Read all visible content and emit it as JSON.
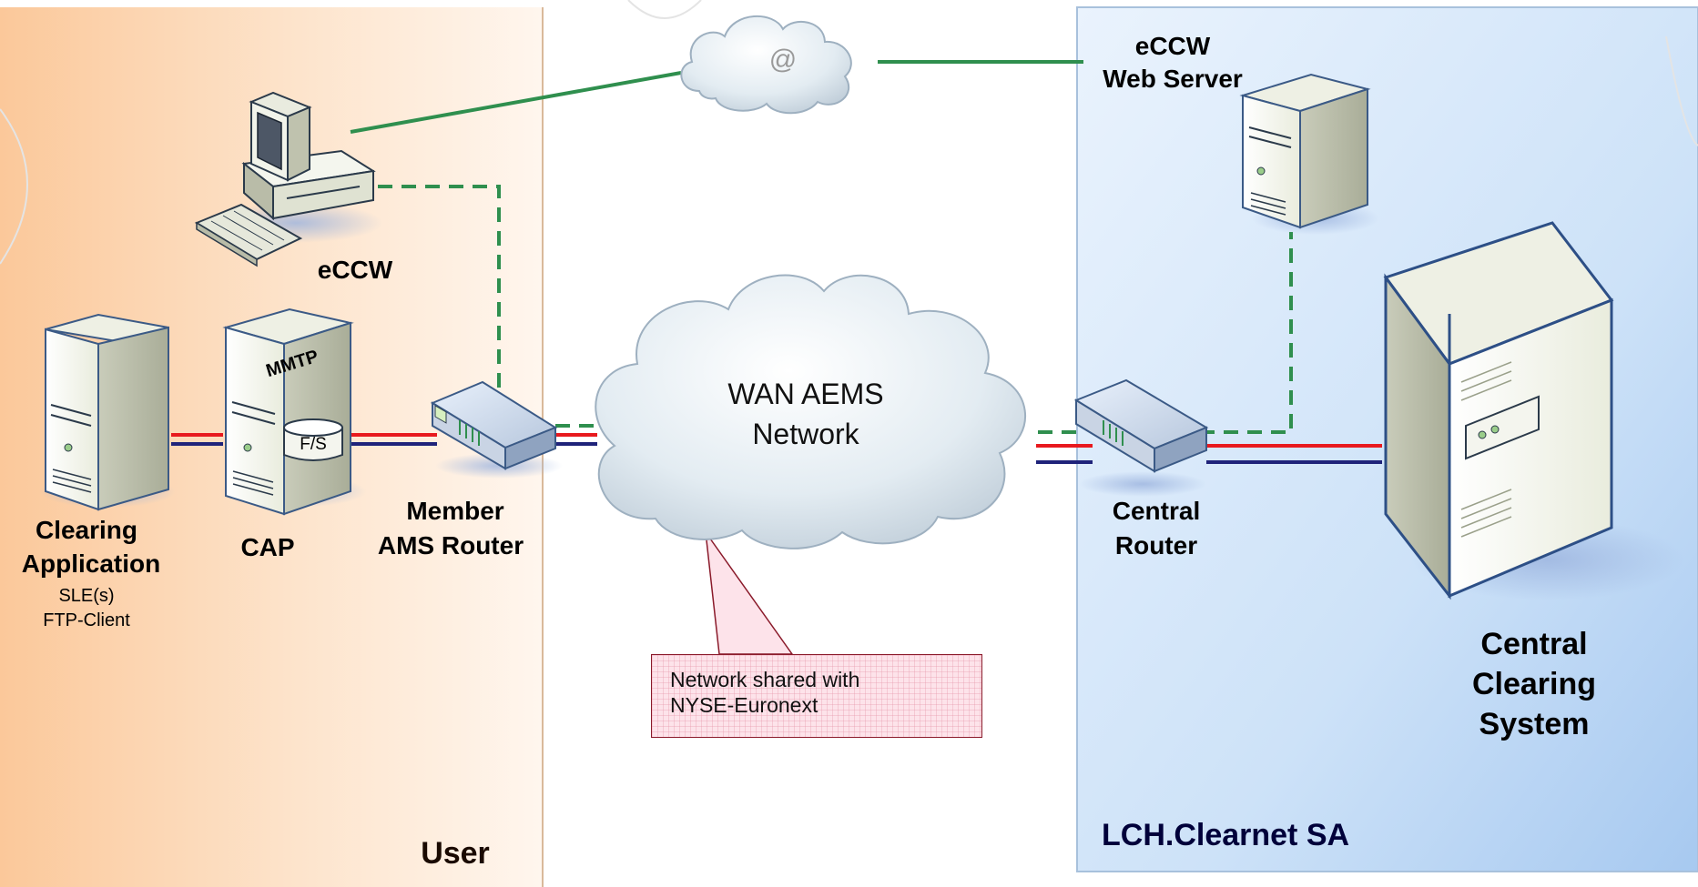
{
  "colors": {
    "user_zone": "#fcd3aa",
    "lch_zone": "#c4dcf7",
    "red_line": "#e8191e",
    "blue_line": "#1f237a",
    "green_line": "#2f8f4e",
    "cloud": "#dbe6ee",
    "callout": "#fde3ea"
  },
  "zones": {
    "user_label": "User",
    "lch_label": "LCH.Clearnet SA"
  },
  "nodes": {
    "internet_cloud": {
      "label": "@",
      "icon": "cloud-icon"
    },
    "wan_cloud": {
      "label_line1": "WAN AEMS",
      "label_line2": "Network",
      "icon": "cloud-icon"
    },
    "eccw_workstation": {
      "label": "eCCW",
      "icon": "desktop-computer-icon"
    },
    "eccw_web_server": {
      "label_line1": "eCCW",
      "label_line2": "Web Server",
      "icon": "tower-server-icon"
    },
    "clearing_application": {
      "label_line1": "Clearing",
      "label_line2": "Application",
      "sub_line1": "SLE(s)",
      "sub_line2": "FTP-Client",
      "icon": "tower-server-icon"
    },
    "cap": {
      "label": "CAP",
      "badge": "MMTP",
      "disk_label": "F/S",
      "icon": "tower-server-icon"
    },
    "member_router": {
      "label_line1": "Member",
      "label_line2": "AMS Router",
      "icon": "router-icon"
    },
    "central_router": {
      "label_line1": "Central",
      "label_line2": "Router",
      "icon": "router-icon"
    },
    "central_clearing_system": {
      "label_line1": "Central",
      "label_line2": "Clearing",
      "label_line3": "System",
      "icon": "mainframe-icon"
    }
  },
  "callout": {
    "line1": "Network shared with",
    "line2": "NYSE-Euronext"
  }
}
